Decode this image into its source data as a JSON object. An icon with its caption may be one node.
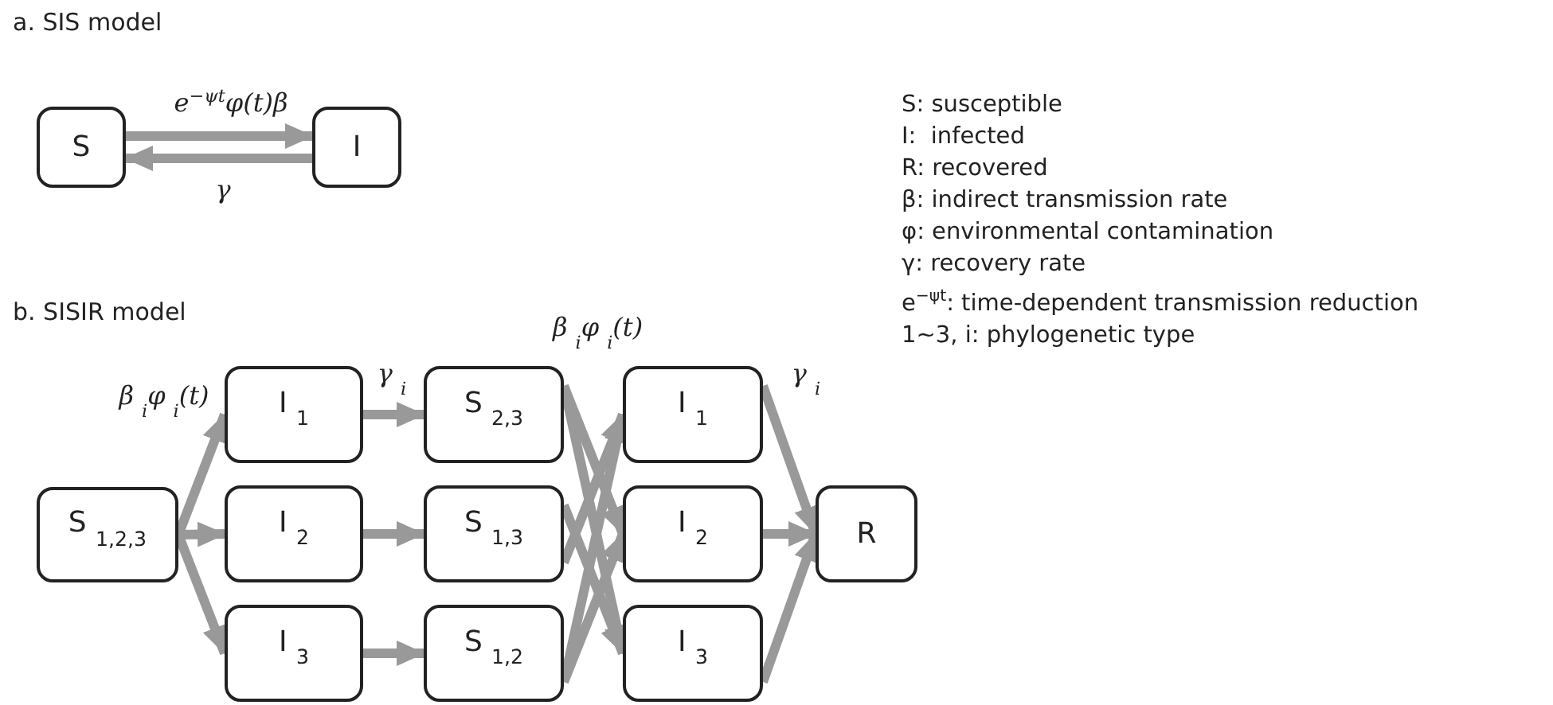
{
  "diagram": {
    "nodes": [
      {
        "text": [
          "S"
        ]
      },
      {
        "text": [
          "I"
        ]
      },
      {
        "text": [
          "S$_{1,2,3}$"
        ]
      },
      {
        "text": [
          "I$_{1}$"
        ]
      },
      {
        "text": [
          "I$_{2}$"
        ]
      },
      {
        "text": [
          "I$_{3}$"
        ]
      },
      {
        "text": [
          "S$_{2,3}$"
        ]
      },
      {
        "text": [
          "S$_{1,3}$"
        ]
      },
      {
        "text": [
          "S$_{1,2}$"
        ]
      },
      {
        "text": [
          "I$_{1}$"
        ]
      },
      {
        "text": [
          "I$_{2}$"
        ]
      },
      {
        "text": [
          "I$_{3}$"
        ]
      },
      {
        "text": [
          "R"
        ]
      }
    ],
    "edges": [
      {
        "from": 0,
        "to": 1,
        "arrow": "to",
        "label": "e$^{−ψt}$φ(t)β"
      },
      {
        "from": 1,
        "to": 0,
        "arrow": "to",
        "label": "γ"
      },
      {
        "from": 2,
        "to": 3,
        "arrow": "to",
        "label": "β$_{i}$φ$_{i}$(t)"
      },
      {
        "from": 2,
        "to": 4,
        "arrow": "to"
      },
      {
        "from": 2,
        "to": 5,
        "arrow": "to"
      },
      {
        "from": 3,
        "to": 6,
        "arrow": "to",
        "label": "γ$_{i}$"
      },
      {
        "from": 4,
        "to": 7,
        "arrow": "to"
      },
      {
        "from": 5,
        "to": 8,
        "arrow": "to"
      },
      {
        "from": 6,
        "to": 10,
        "arrow": "to"
      },
      {
        "from": 6,
        "to": 11,
        "arrow": "to"
      },
      {
        "from": 7,
        "to": 9,
        "arrow": "to"
      },
      {
        "from": 7,
        "to": 11,
        "arrow": "to"
      },
      {
        "from": 8,
        "to": 9,
        "arrow": "to"
      },
      {
        "from": 8,
        "to": 10,
        "arrow": "to"
      },
      {
        "from": 9,
        "to": 12,
        "arrow": "to",
        "label": "γ$_{i}$"
      },
      {
        "from": 10,
        "to": 12,
        "arrow": "to"
      },
      {
        "from": 11,
        "to": 12,
        "arrow": "to"
      }
    ],
    "labels": [
      "a. SIS model",
      "b. SISIR model",
      "β$_{i}$φ$_{i}$(t)",
      "S: susceptible",
      "I:  infected",
      "R: recovered",
      "β: indirect transmission rate",
      "φ: environmental contamination",
      "γ: recovery rate",
      "e$^{−ψt}$: time-dependent transmission reduction",
      "1~3, i: phylogenetic type"
    ]
  }
}
